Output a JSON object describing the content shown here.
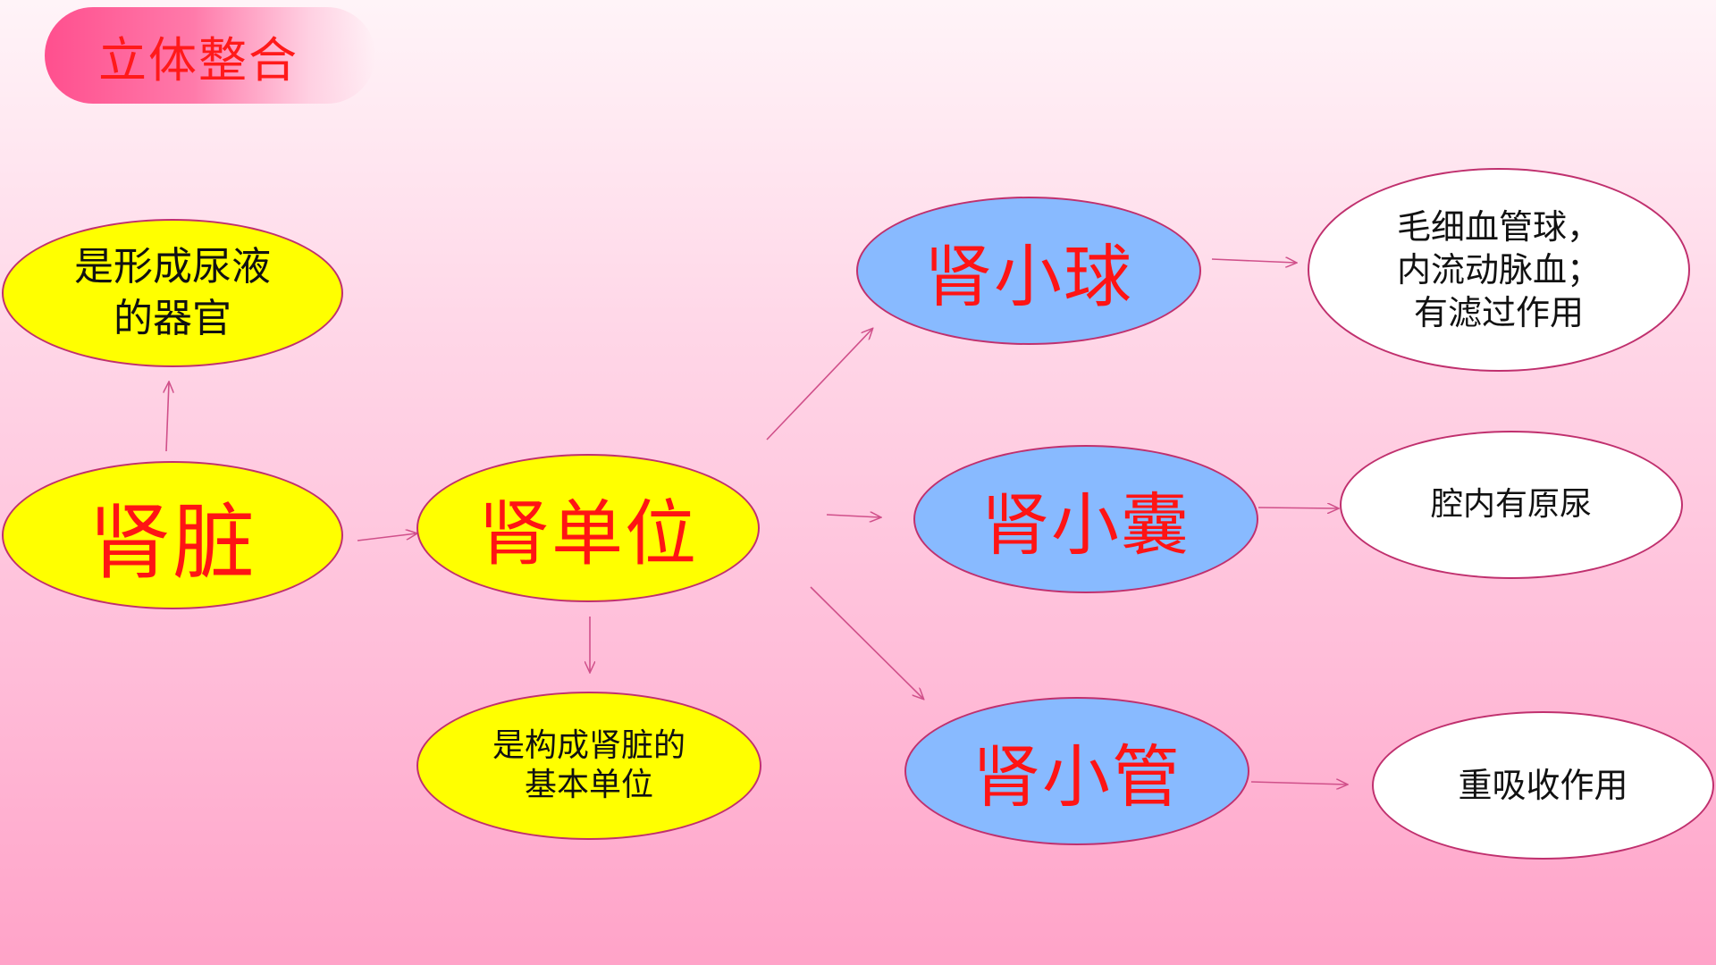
{
  "title": "立体整合",
  "nodes": {
    "kidney": "肾脏",
    "kidney_desc": "是形成尿液\n的器官",
    "nephron": "肾单位",
    "nephron_desc": "是构成肾脏的\n基本单位",
    "glomerulus": "肾小球",
    "glomerulus_desc": "毛细血管球，\n内流动脉血；\n有滤过作用",
    "capsule": "肾小囊",
    "capsule_desc": "腔内有原尿",
    "tubule": "肾小管",
    "tubule_desc": "重吸收作用"
  },
  "colors": {
    "yellow_node": "#ffff00",
    "blue_node": "#88baff",
    "red_text": "#ff1414",
    "arrow": "#d0508a"
  }
}
